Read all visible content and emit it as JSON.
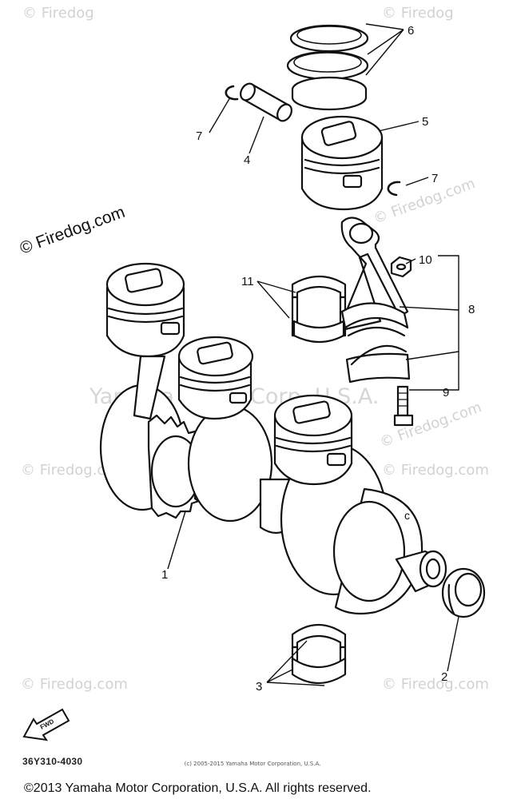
{
  "watermarks": {
    "site": "© Firedog.com",
    "site_short": "© Firedog",
    "corp": "Yamaha Motor Corp. U.S.A."
  },
  "callouts": {
    "c1": "1",
    "c2": "2",
    "c3": "3",
    "c4": "4",
    "c5": "5",
    "c6": "6",
    "c7a": "7",
    "c7b": "7",
    "c8": "8",
    "c9": "9",
    "c10": "10",
    "c11": "11"
  },
  "fwd_label": "FWD",
  "part_code": "36Y310-4030",
  "small_copyright": "(c) 2005-2015 Yamaha Motor Corporation, U.S.A.",
  "copyright": "©2013 Yamaha Motor Corporation, U.S.A. All rights reserved."
}
